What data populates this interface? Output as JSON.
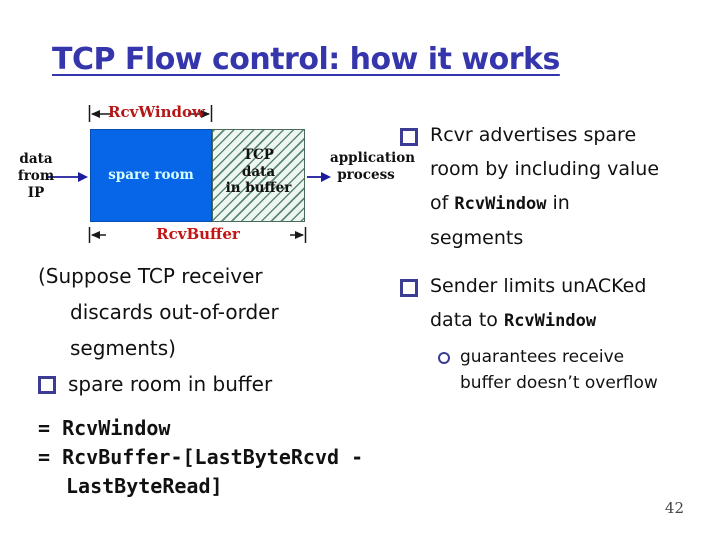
{
  "slide": {
    "title": "TCP Flow control: how it works",
    "page_number": "42"
  },
  "colors": {
    "title_blue": "#3535ac",
    "label_red": "#c01414",
    "buffer_blue": "#0766e8",
    "hatch_green": "#55826e",
    "arrow_navy": "#1c1c9c",
    "bullet_indigo": "#3c3c94"
  },
  "diagram": {
    "rcv_window_label": "RcvWindow",
    "rcv_buffer_label": "RcvBuffer",
    "data_from_line1": "data from",
    "data_from_line2": "IP",
    "spare_room_label": "spare room",
    "tcp_data_line1": "TCP",
    "tcp_data_line2": "data",
    "tcp_data_line3": "in buffer",
    "app_line1": "application",
    "app_line2": "process"
  },
  "left_column": {
    "note_line1": "(Suppose TCP receiver",
    "note_line2": "discards out-of-order",
    "note_line3": "segments)",
    "bullet1_label": "spare room in buffer",
    "eq_line1": "= RcvWindow",
    "eq_line2": "= RcvBuffer-[LastByteRcvd -",
    "eq_line3": "LastByteRead]"
  },
  "right_column": {
    "bullet1_line1": "Rcvr advertises spare",
    "bullet1_line2": "room by including value",
    "bullet1_line3_pre": "of ",
    "bullet1_line3_code": "RcvWindow",
    "bullet1_line3_post": " in",
    "bullet1_line4": "segments",
    "bullet2_line1": "Sender limits unACKed",
    "bullet2_line2_pre": "data to ",
    "bullet2_line2_code": "RcvWindow",
    "sub_bullet_line1": "guarantees receive",
    "sub_bullet_line2": "buffer doesn’t overflow"
  }
}
